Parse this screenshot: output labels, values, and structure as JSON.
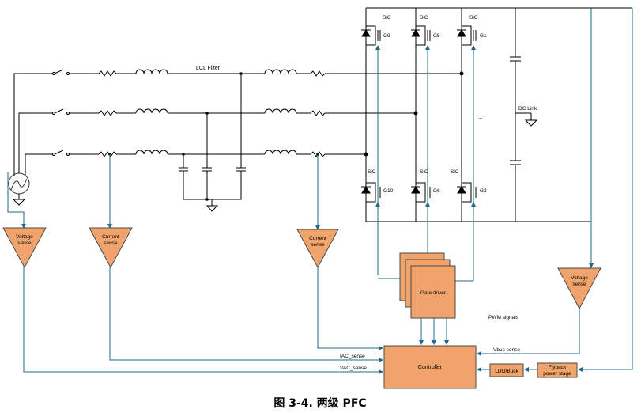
{
  "caption": "图 3-4. 两级 PFC",
  "labels": {
    "lcl_filter": "LCL Filter",
    "dc_link": "DC Link",
    "pwm_signals": "PWM signals",
    "vbus_sense": "Vbus sense",
    "iac_sense": "IAC_sense",
    "vac_sense": "VAC_sense",
    "minus": "−"
  },
  "blocks": {
    "voltage_sense_left": [
      "Voltage",
      "sense"
    ],
    "current_sense_mid": [
      "Current",
      "sense"
    ],
    "current_sense_right": [
      "Current",
      "sense"
    ],
    "voltage_sense_right": [
      "Voltage",
      "sense"
    ],
    "gate_driver": "Gate driver",
    "controller": "Controller",
    "ldo_buck": "LDO/Buck",
    "flyback": [
      "Flyback",
      "power stage"
    ]
  },
  "switches": {
    "top": [
      {
        "type": "SiC",
        "gate": "G9"
      },
      {
        "type": "SiC",
        "gate": "G5"
      },
      {
        "type": "SiC",
        "gate": "G1"
      }
    ],
    "bottom": [
      {
        "type": "SiC",
        "gate": "G10"
      },
      {
        "type": "SiC",
        "gate": "G6"
      },
      {
        "type": "SiC",
        "gate": "G2"
      }
    ]
  },
  "colors": {
    "block_fill": "#f0a46c",
    "block_stroke": "#4a4a4a",
    "signal_line": "#1f6a8a",
    "wire": "#000000"
  }
}
